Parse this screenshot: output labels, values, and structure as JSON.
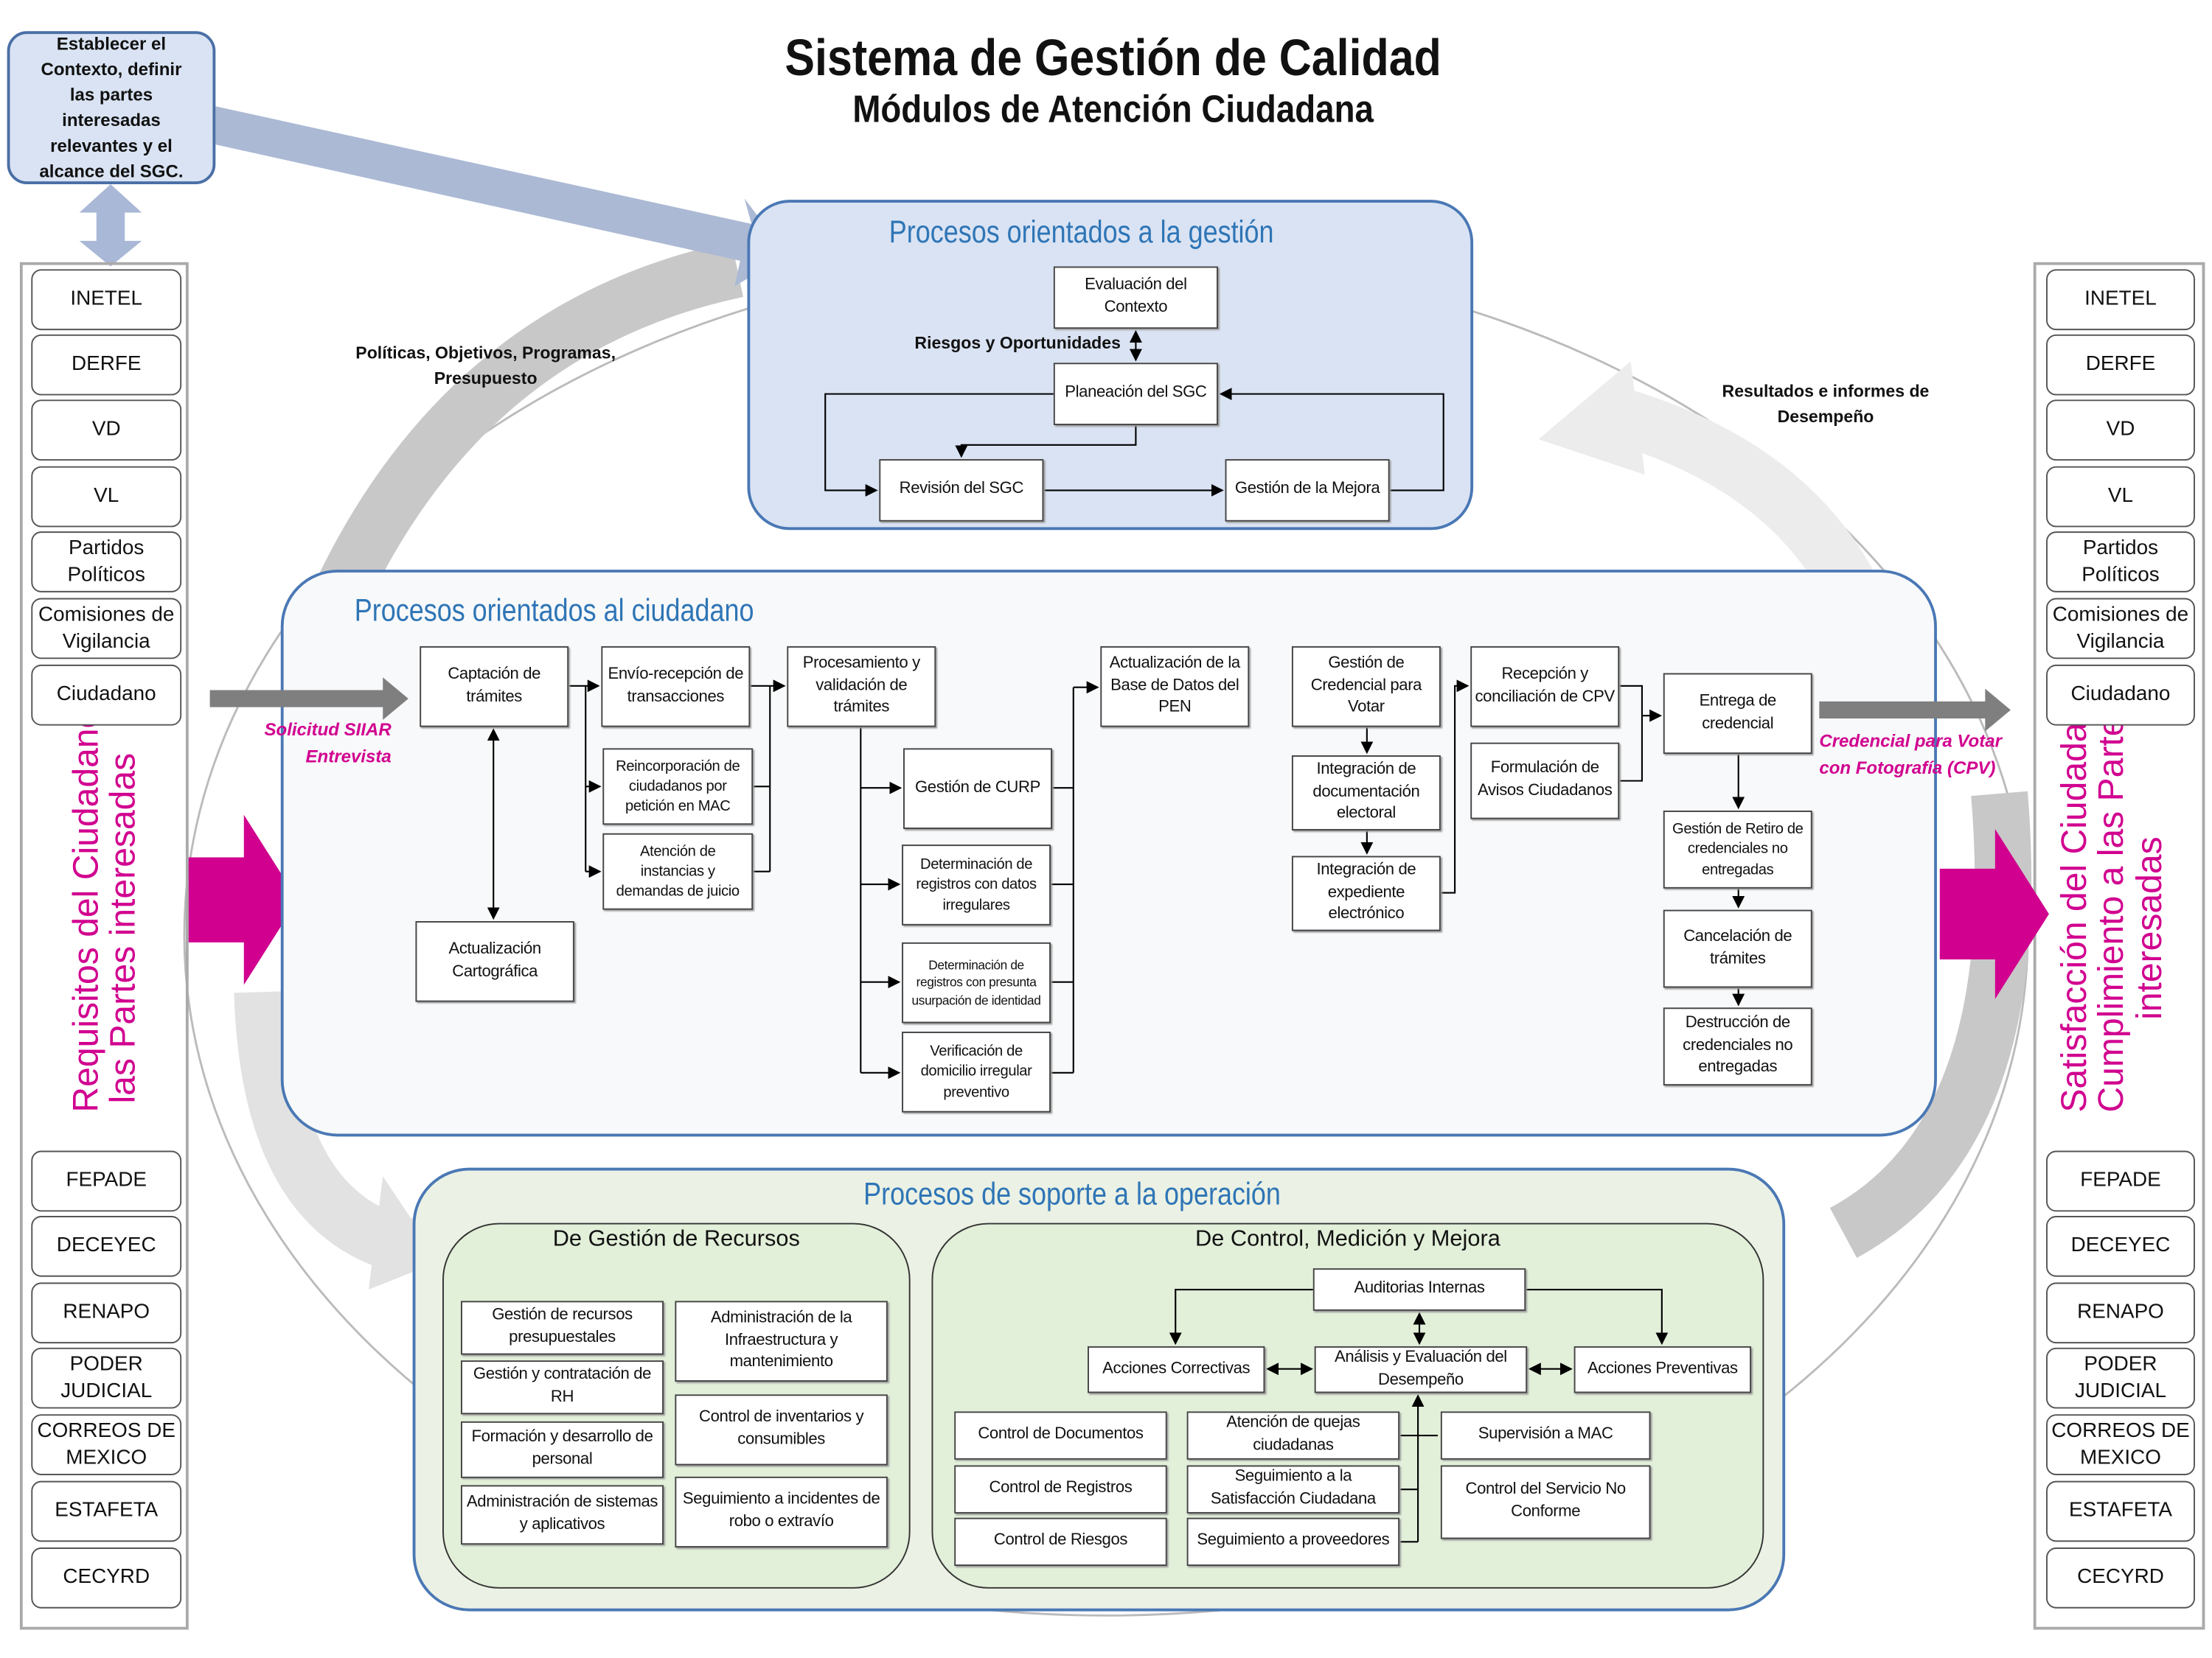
{
  "title": "Sistema de Gestión de Calidad",
  "subtitle": "Módulos de Atención Ciudadana",
  "context_box": "Establecer el Contexto, definir las partes interesadas relevantes y el alcance del SGC.",
  "stakeholders_top": [
    "INETEL",
    "DERFE",
    "VD",
    "VL",
    "Partidos Políticos",
    "Comisiones de Vigilancia",
    "Ciudadano"
  ],
  "stakeholders_bottom": [
    "FEPADE",
    "DECEYEC",
    "RENAPO",
    "PODER JUDICIAL",
    "CORREOS DE MEXICO",
    "ESTAFETA",
    "CECYRD"
  ],
  "left_vertical_label": [
    "Requisitos del Ciudadano y",
    "las Partes interesadas"
  ],
  "right_vertical_label": [
    "Satisfacción del Ciudadano",
    "Cumplimiento a las Partes",
    "interesadas"
  ],
  "labels": {
    "politicas": "Políticas, Objetivos, Programas, Presupuesto",
    "resultados": "Resultados e informes de Desempeño",
    "solicitud": [
      "Solicitud SIIAR",
      "Entrevista"
    ],
    "credencial_out": [
      "Credencial para Votar",
      "con Fotografía (CPV)"
    ]
  },
  "gestion": {
    "title": "Procesos orientados a la gestión",
    "riesgos": "Riesgos y Oportunidades",
    "boxes": [
      "Evaluación del Contexto",
      "Planeación del SGC",
      "Revisión del SGC",
      "Gestión de la Mejora"
    ]
  },
  "ciudadano": {
    "title": "Procesos orientados al ciudadano",
    "boxes": [
      "Captación de trámites",
      "Actualización Cartográfica",
      "Envío-recepción de transacciones",
      "Reincorporación de ciudadanos por petición en MAC",
      "Atención de instancias y demandas de juicio",
      "Procesamiento y validación de trámites",
      "Gestión de CURP",
      "Determinación de registros con datos irregulares",
      "Determinación de registros con presunta usurpación de identidad",
      "Verificación de domicilio irregular preventivo",
      "Actualización de la Base de Datos del PEN",
      "Gestión de Credencial para Votar",
      "Integración de documentación electoral",
      "Integración de expediente electrónico",
      "Recepción y conciliación de CPV",
      "Formulación de Avisos Ciudadanos",
      "Entrega de credencial",
      "Gestión de Retiro de credenciales no entregadas",
      "Cancelación de trámites",
      "Destrucción de credenciales no entregadas"
    ]
  },
  "soporte": {
    "title": "Procesos de soporte a la operación",
    "recursos": {
      "title": "De Gestión de Recursos",
      "boxes": [
        "Gestión de recursos presupuestales",
        "Gestión y contratación de RH",
        "Formación y desarrollo de personal",
        "Administración de sistemas y aplicativos",
        "Administración de la Infraestructura y mantenimiento",
        "Control de inventarios y consumibles",
        "Seguimiento a incidentes de robo o extravío"
      ]
    },
    "control": {
      "title": "De Control, Medición y Mejora",
      "boxes": [
        "Auditorias Internas",
        "Acciones Correctivas",
        "Análisis y Evaluación del Desempeño",
        "Acciones Preventivas",
        "Control de Documentos",
        "Control de Registros",
        "Control de Riesgos",
        "Atención de quejas ciudadanas",
        "Seguimiento a la Satisfacción Ciudadana",
        "Seguimiento a proveedores",
        "Supervisión a MAC",
        "Control del Servicio No Conforme"
      ]
    }
  },
  "colors": {
    "accent_blue": "#2e75b6",
    "panel_border": "#4a78b5",
    "magenta": "#d1008f",
    "gestion_bg": "#dae3f3",
    "soporte_bg": "#ebf1e4",
    "inner_bg": "#e2efd9",
    "ciudadano_bg": "#f8f9fa"
  }
}
